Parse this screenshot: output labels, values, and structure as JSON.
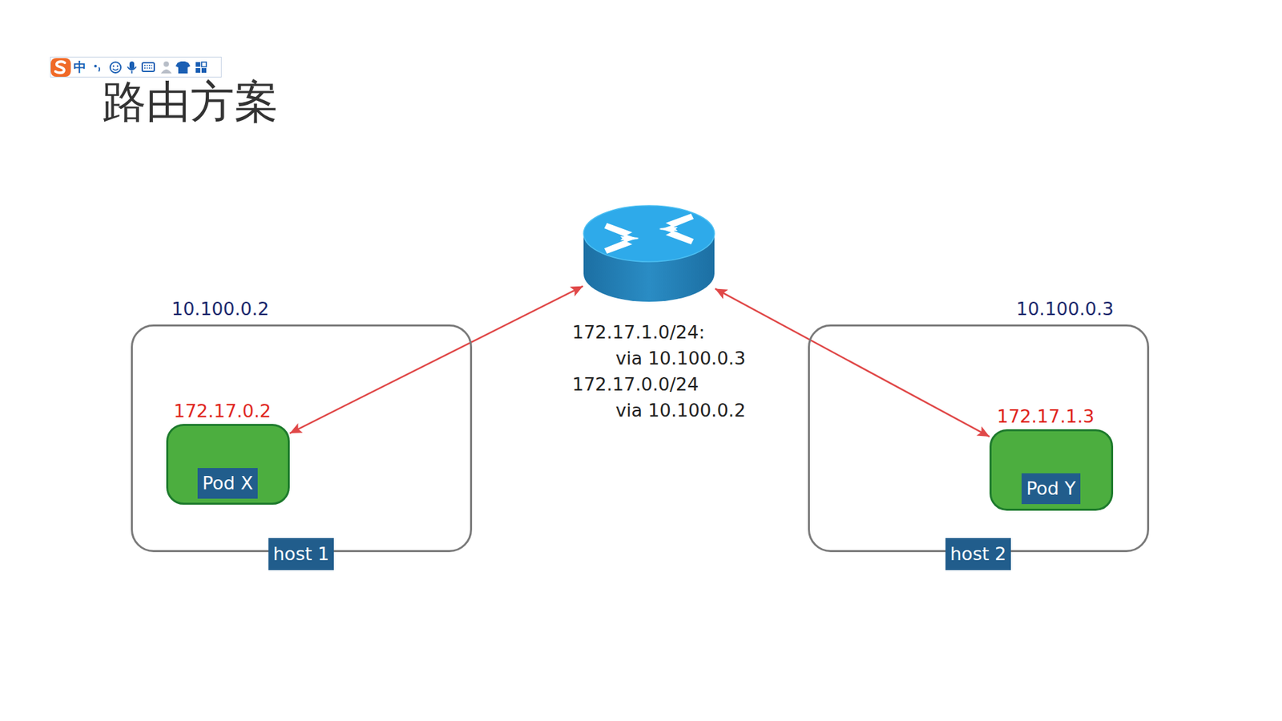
{
  "diagram": {
    "title": "路由方案",
    "nodes": [
      {
        "text": [
          "10.100.0.2",
          "host 1"
        ]
      },
      {
        "text": [
          "172.17.0.2",
          "Pod X"
        ],
        "in": 0
      },
      {
        "text": [
          "172.17.1.0/24:",
          "via 10.100.0.3",
          "172.17.0.0/24",
          "via 10.100.0.2"
        ]
      },
      {
        "text": [
          "10.100.0.3",
          "host 2"
        ]
      },
      {
        "text": [
          "172.17.1.3",
          "Pod Y"
        ],
        "in": 3
      }
    ],
    "edges": [
      {
        "from": 2,
        "to": 1,
        "arrow": "both"
      },
      {
        "from": 2,
        "to": 4,
        "arrow": "both"
      }
    ],
    "labels": [
      "中"
    ]
  }
}
